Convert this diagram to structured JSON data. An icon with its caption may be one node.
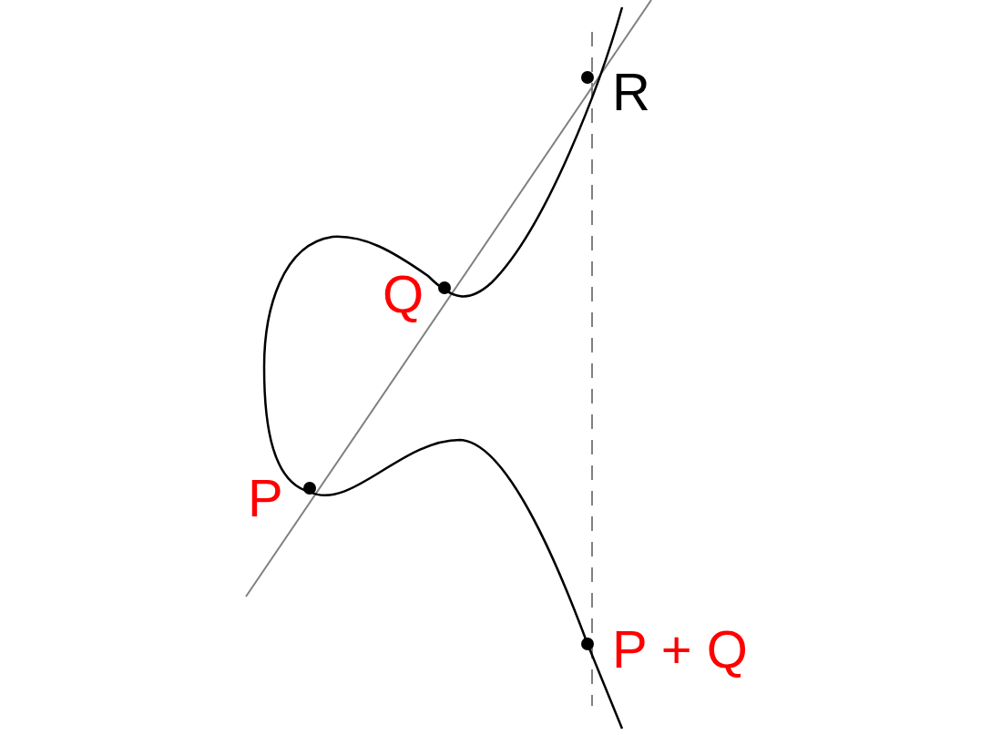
{
  "diagram": {
    "labels": [
      "R",
      "Q",
      "P",
      "P + Q"
    ]
  }
}
